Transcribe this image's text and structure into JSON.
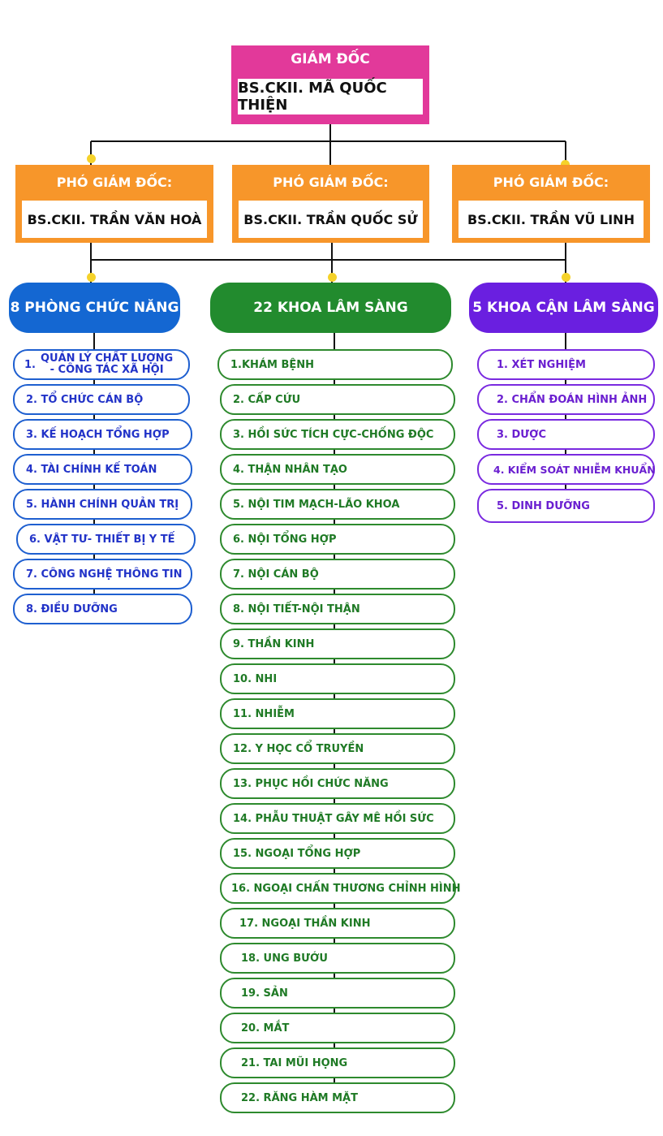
{
  "director": {
    "title": "GIÁM ĐỐC",
    "name": "BS.CKII. MÃ QUỐC THIỆN"
  },
  "deputies": [
    {
      "title": "PHÓ GIÁM ĐỐC:",
      "name": "BS.CKII. TRẦN VĂN HOÀ"
    },
    {
      "title": "PHÓ GIÁM ĐỐC:",
      "name": "BS.CKII. TRẦN QUỐC SỬ"
    },
    {
      "title": "PHÓ GIÁM ĐỐC:",
      "name": "BS.CKII. TRẦN VŨ LINH"
    }
  ],
  "categories": [
    {
      "label": "8 PHÒNG CHỨC NĂNG",
      "color": "#1467d2"
    },
    {
      "label": "22 KHOA LÂM SÀNG",
      "color": "#228b2e"
    },
    {
      "label": "5 KHOA CẬN LÂM SÀNG",
      "color": "#6a1fe0"
    }
  ],
  "functional": {
    "first": {
      "num": "1.",
      "line1": "QUẢN LÝ CHẤT LƯỢNG",
      "line2": "- CÔNG TÁC XÃ HỘI"
    },
    "items": [
      "2. TỔ CHỨC CÁN BỘ",
      "3. KẾ HOẠCH TỔNG HỢP",
      "4. TÀI CHÍNH KẾ TOÁN",
      "5. HÀNH CHÍNH QUẢN TRỊ",
      "6. VẬT TƯ- THIẾT BỊ Y TẾ",
      "7. CÔNG NGHỆ THÔNG TIN",
      "8. ĐIỀU DƯỠNG"
    ]
  },
  "clinical": [
    "1.KHÁM BỆNH",
    "2. CẤP CỨU",
    "3. HỒI SỨC TÍCH CỰC-CHỐNG ĐỘC",
    "4. THẬN NHÂN TẠO",
    "5. NỘI TIM MẠCH-LÃO KHOA",
    "6. NỘI TỔNG HỢP",
    "7. NỘI CÁN BỘ",
    "8. NỘI TIẾT-NỘI THẬN",
    "9. THẦN KINH",
    "10. NHI",
    "11. NHIỄM",
    "12. Y HỌC CỔ TRUYỀN",
    "13. PHỤC HỒI CHỨC NĂNG",
    "14. PHẪU THUẬT GÂY MÊ HỒI SỨC",
    "15. NGOẠI TỔNG HỢP",
    "16. NGOẠI CHẤN THƯƠNG CHỈNH HÌNH",
    "17. NGOẠI THẦN KINH",
    "18. UNG BƯỚU",
    "19. SẢN",
    "20. MẮT",
    "21. TAI MŨI HỌNG",
    "22. RĂNG HÀM MẶT"
  ],
  "paraclinical": [
    "1. XÉT NGHIỆM",
    "2. CHẨN ĐOÁN HÌNH ẢNH",
    "3. DƯỢC",
    "4. KIỂM SOÁT NHIỄM KHUẨN",
    "5. DINH DƯỠNG"
  ]
}
